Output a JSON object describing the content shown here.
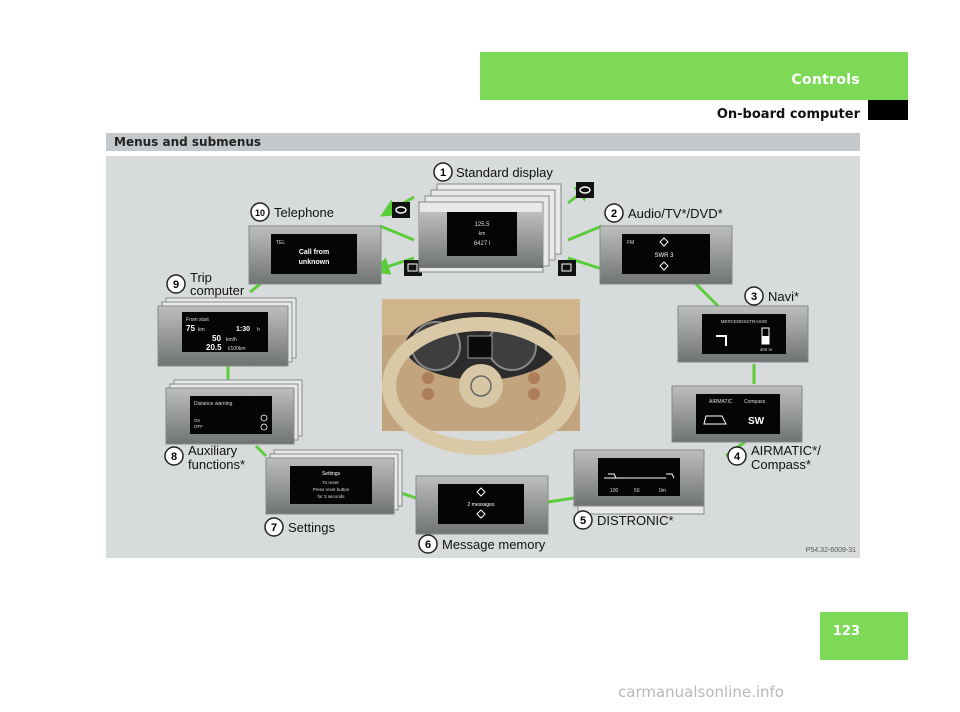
{
  "header": {
    "section": "Controls",
    "subtitle": "On-board computer"
  },
  "section_title": "Menus and submenus",
  "figure": {
    "code": "P54.32-6009-31",
    "menus": [
      {
        "num": "1",
        "label": "Standard display"
      },
      {
        "num": "2",
        "label": "Audio/TV*/DVD*"
      },
      {
        "num": "3",
        "label": "Navi*"
      },
      {
        "num": "4",
        "label_lines": [
          "AIRMATIC*/",
          "Compass*"
        ]
      },
      {
        "num": "5",
        "label": "DISTRONIC*"
      },
      {
        "num": "6",
        "label": "Message memory"
      },
      {
        "num": "7",
        "label": "Settings"
      },
      {
        "num": "8",
        "label_lines": [
          "Auxiliary",
          "functions*"
        ]
      },
      {
        "num": "9",
        "label_lines": [
          "Trip",
          "computer"
        ]
      },
      {
        "num": "10",
        "label": "Telephone"
      }
    ],
    "screens": {
      "standard": {
        "line1": "125.5",
        "line2": "km",
        "line3": "6427 l"
      },
      "telephone": {
        "tag": "TEL",
        "line1": "Call from",
        "line2": "unknown"
      },
      "audio": {
        "tag": "FM",
        "station": "SWR 3"
      },
      "navi": {
        "street": "MERCEDESSTRASSE",
        "distance": "400 m"
      },
      "airmatic": {
        "left": "AIRMATIC",
        "right": "Compass",
        "heading": "SW"
      },
      "distronic": {
        "ticks": [
          "100",
          "50",
          "0m"
        ]
      },
      "message": {
        "text": "2 messages"
      },
      "settings": {
        "title": "Settings",
        "line1": "To reset:",
        "line2": "Press reset button",
        "line3": "for 3 seconds"
      },
      "auxiliary": {
        "title": "Distance warning",
        "on": "On",
        "off": "OFF"
      },
      "trip": {
        "label": "From start",
        "distance": "75",
        "distance_unit": "km",
        "time": "1:30",
        "time_unit": "h",
        "speed": "50",
        "speed_unit": "km/h",
        "consumption": "20.5",
        "consumption_unit": "l/100km"
      }
    }
  },
  "page_number": "123",
  "watermark": "carmanualsonline.info",
  "colors": {
    "accent_green": "#7ed957",
    "arrow_green": "#5bcc3a",
    "figure_bg": "#d8dbdc",
    "section_bar": "#c5c9cb"
  }
}
